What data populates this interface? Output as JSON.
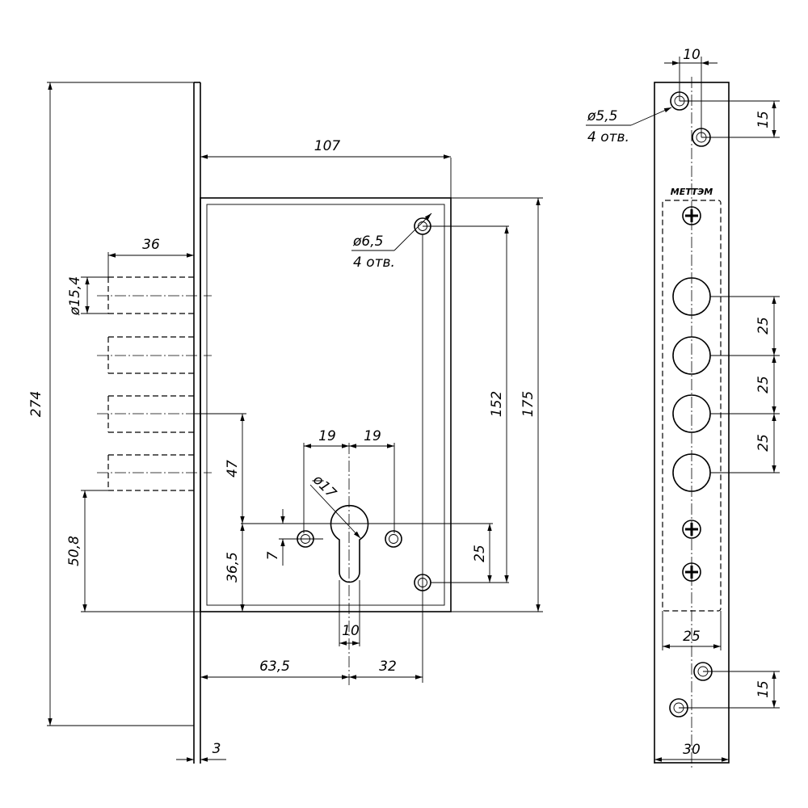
{
  "front_view": {
    "total_height": "274",
    "body_width": "107",
    "faceplate_thickness": "3",
    "bolt_projection": "36",
    "bolt_diameter": "ø15,4",
    "bolt_to_center": "47",
    "bottom_bolt_height": "50,8",
    "center_height": "36,5",
    "mount_hole_diameter": "ø6,5",
    "mount_hole_count": "4 отв.",
    "hole_vertical_spacing": "152",
    "body_height": "175",
    "keyhole_right_hole": "25",
    "cylinder_hole_diameter": "ø17",
    "cylinder_offset_left": "19",
    "cylinder_offset_right": "19",
    "cylinder_screw_offset": "7",
    "cylinder_slot_width": "10",
    "backset": "63,5",
    "hole_to_cylinder": "32"
  },
  "side_view": {
    "hole_spacing_horizontal": "10",
    "hole_diameter": "ø5,5",
    "hole_count": "4 отв.",
    "top_hole_offset": "15",
    "brand": "МЕТТЭМ",
    "bolt_pitch_1": "25",
    "bolt_pitch_2": "25",
    "bolt_pitch_3": "25",
    "inner_width": "25",
    "bottom_hole_offset": "15",
    "faceplate_width": "30"
  }
}
